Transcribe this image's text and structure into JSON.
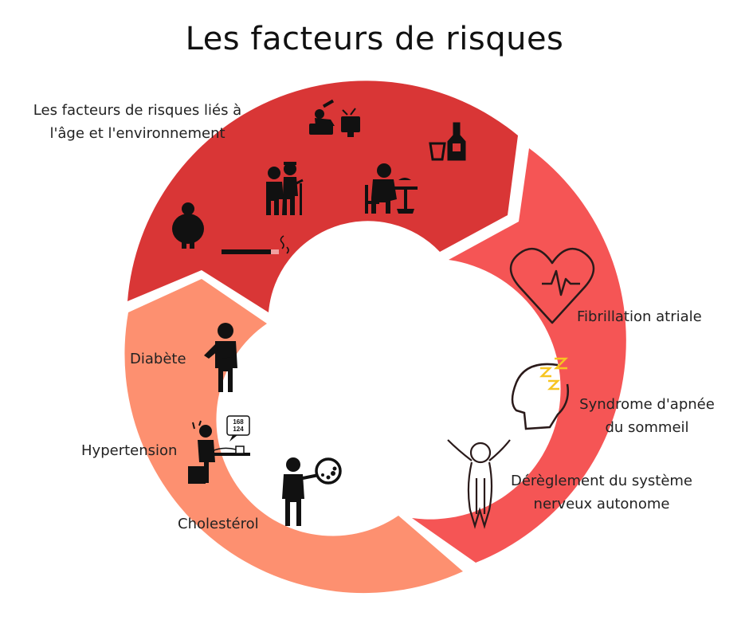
{
  "title": "Les facteurs de risques",
  "segments": {
    "age_environment": {
      "label": "Les facteurs de risques liés à\nl'âge et l'environnement",
      "color": "#D93636",
      "icons": [
        "tv-couch-icon",
        "drinks-bottle-icon",
        "elderly-couple-icon",
        "eating-person-icon",
        "obese-person-icon",
        "cigarette-icon"
      ]
    },
    "cardiac": {
      "color": "#F55555",
      "items": [
        {
          "label": "Fibrillation atriale",
          "icon": "heart-pulse-icon"
        },
        {
          "label": "Syndrome d'apnée\ndu sommeil",
          "icon": "sleeping-head-icon"
        },
        {
          "label": "Dérèglement du système\nnerveux autonome",
          "icon": "nervous-system-icon"
        }
      ]
    },
    "metabolic": {
      "color": "#FD9070",
      "items": [
        {
          "label": "Diabète",
          "icon": "diabetes-person-icon"
        },
        {
          "label": "Hypertension",
          "icon": "blood-pressure-icon",
          "monitor_value_1": "168",
          "monitor_value_2": "124"
        },
        {
          "label": "Cholestérol",
          "icon": "cholesterol-magnifier-icon"
        }
      ]
    }
  }
}
